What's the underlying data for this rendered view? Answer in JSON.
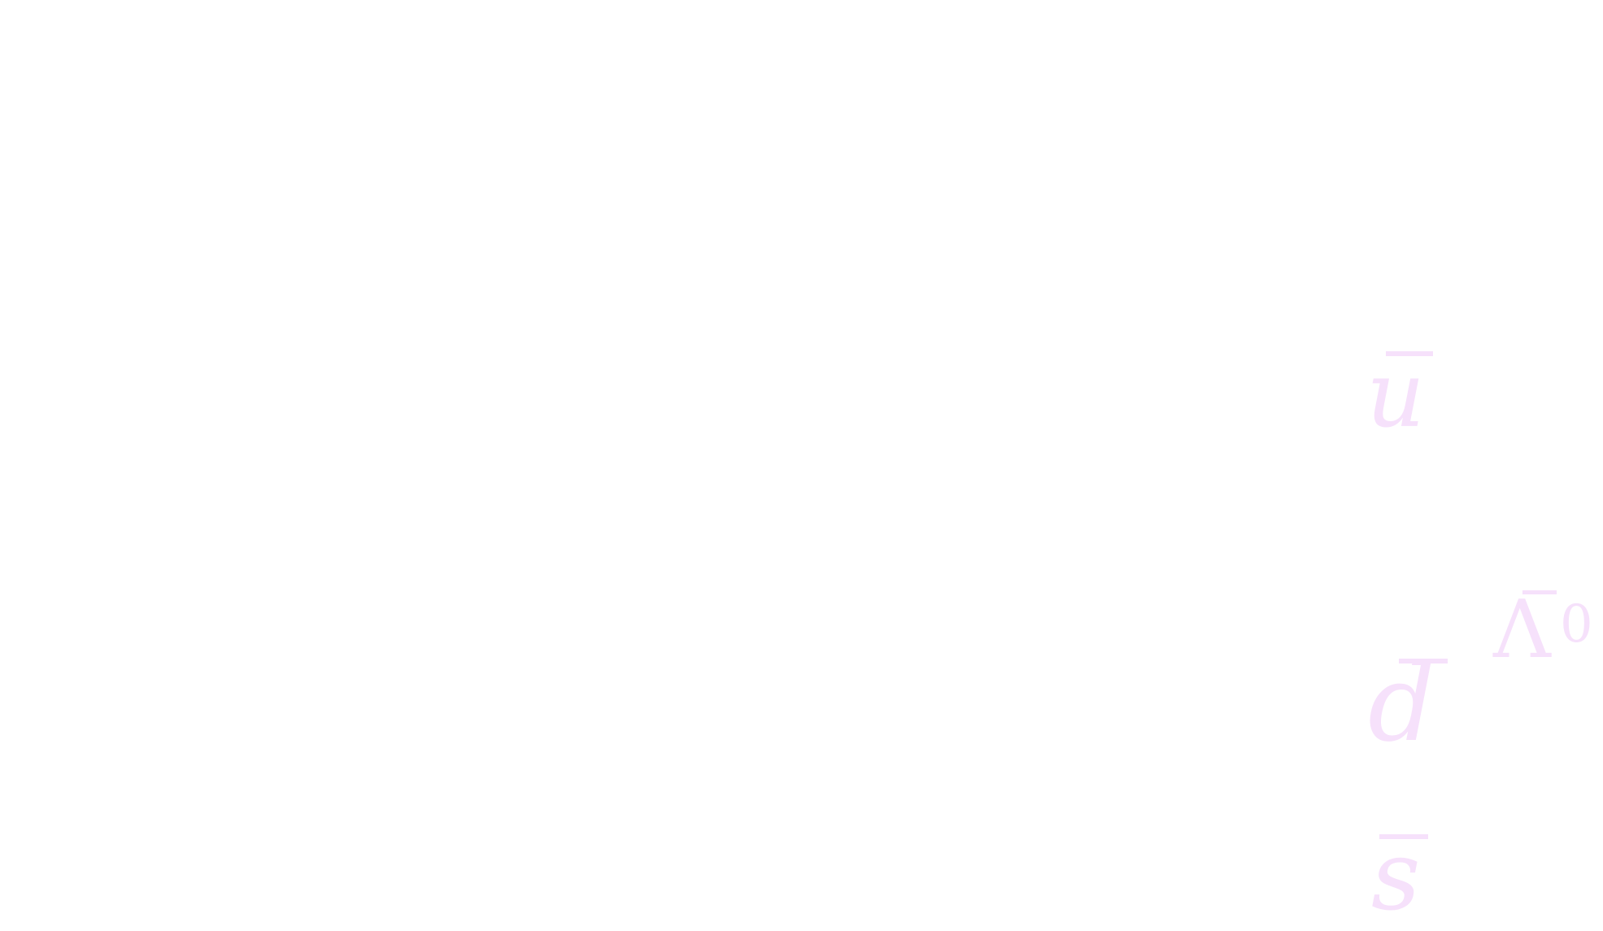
{
  "diagram": {
    "color": "#f6e1fb",
    "quarks": [
      {
        "symbol": "u",
        "antiparticle": true
      },
      {
        "symbol": "d",
        "antiparticle": true
      },
      {
        "symbol": "s",
        "antiparticle": true
      }
    ],
    "hadron": {
      "symbol": "Λ",
      "superscript": "0",
      "antiparticle": true
    }
  }
}
